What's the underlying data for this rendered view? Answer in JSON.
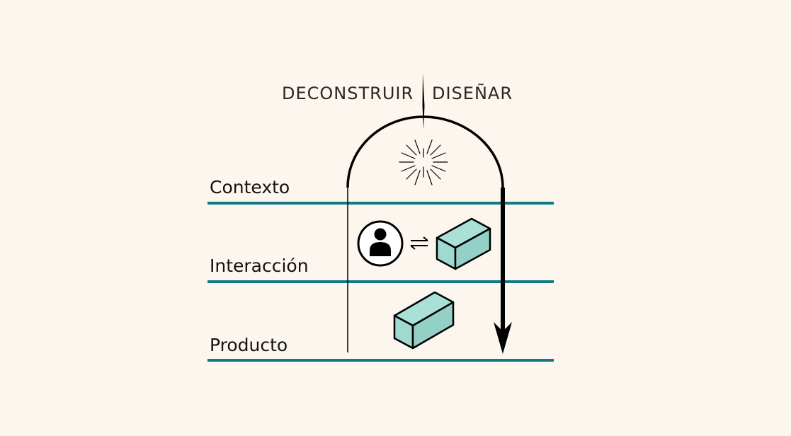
{
  "header": {
    "left_label": "DECONSTRUIR",
    "right_label": "DISEÑAR"
  },
  "layers": [
    {
      "label": "Contexto"
    },
    {
      "label": "Interacción"
    },
    {
      "label": "Producto"
    }
  ],
  "icons": {
    "spark": "sparkle-icon",
    "user": "user-icon",
    "exchange": "exchange-arrows-icon",
    "box_interaction": "box-icon",
    "box_product": "box-icon"
  },
  "colors": {
    "background": "#fcf6ef",
    "layer_line": "#0f7a85",
    "box_fill": "#9fd9cf",
    "ink": "#000000"
  }
}
